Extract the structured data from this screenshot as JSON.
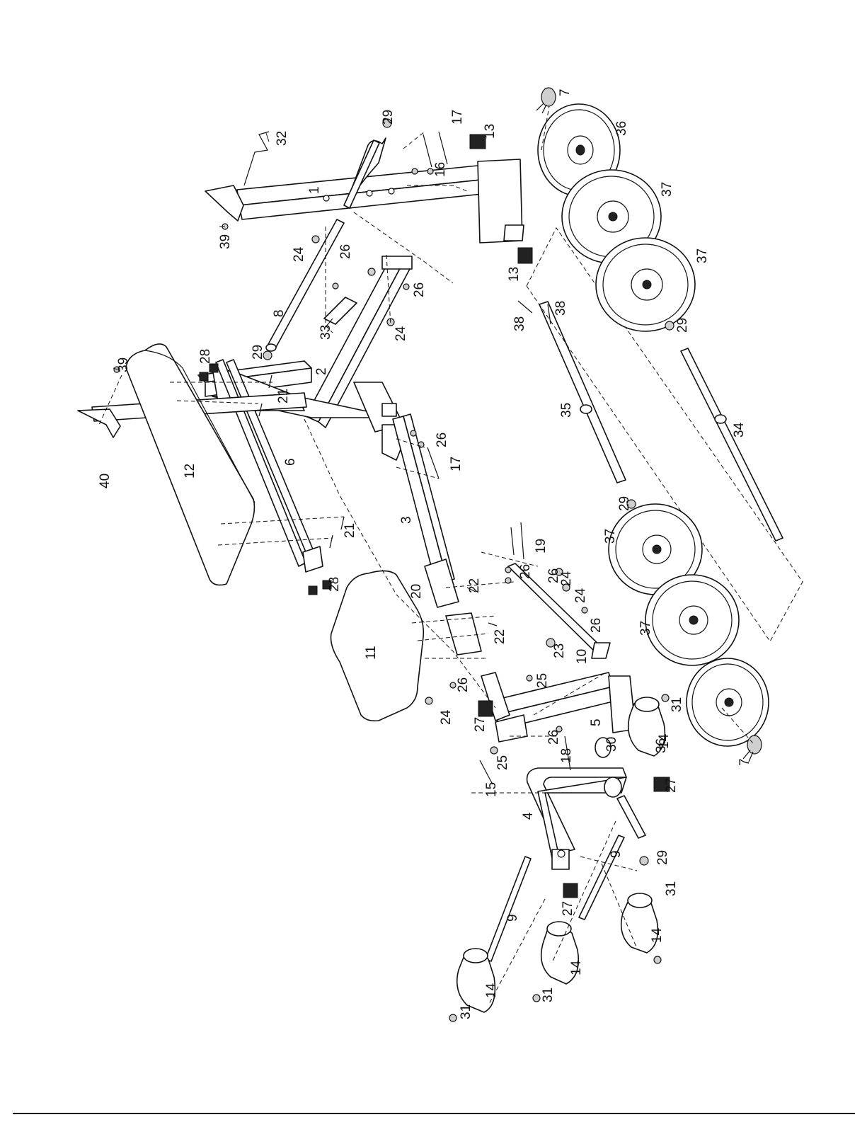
{
  "diagram": {
    "part_numbers": [
      "1",
      "2",
      "3",
      "4",
      "5",
      "6",
      "7",
      "8",
      "9",
      "10",
      "11",
      "12",
      "13",
      "14",
      "15",
      "16",
      "17",
      "18",
      "19",
      "20",
      "21",
      "22",
      "23",
      "24",
      "25",
      "26",
      "27",
      "28",
      "29",
      "30",
      "31",
      "32",
      "33",
      "34",
      "35",
      "36",
      "37",
      "38",
      "39",
      "40"
    ]
  },
  "callouts": [
    {
      "text": "1"
    },
    {
      "text": "2"
    },
    {
      "text": "3"
    },
    {
      "text": "4"
    },
    {
      "text": "5"
    },
    {
      "text": "6"
    },
    {
      "text": "7"
    },
    {
      "text": "7"
    },
    {
      "text": "8"
    },
    {
      "text": "9"
    },
    {
      "text": "9"
    },
    {
      "text": "10"
    },
    {
      "text": "11"
    },
    {
      "text": "12"
    },
    {
      "text": "13"
    },
    {
      "text": "13"
    },
    {
      "text": "14"
    },
    {
      "text": "14"
    },
    {
      "text": "14"
    },
    {
      "text": "14"
    },
    {
      "text": "15"
    },
    {
      "text": "16"
    },
    {
      "text": "17"
    },
    {
      "text": "17"
    },
    {
      "text": "18"
    },
    {
      "text": "19"
    },
    {
      "text": "20"
    },
    {
      "text": "21"
    },
    {
      "text": "21"
    },
    {
      "text": "22"
    },
    {
      "text": "22"
    },
    {
      "text": "23"
    },
    {
      "text": "24"
    },
    {
      "text": "24"
    },
    {
      "text": "24"
    },
    {
      "text": "24"
    },
    {
      "text": "24"
    },
    {
      "text": "25"
    },
    {
      "text": "25"
    },
    {
      "text": "26"
    },
    {
      "text": "26"
    },
    {
      "text": "26"
    },
    {
      "text": "26"
    },
    {
      "text": "26"
    },
    {
      "text": "26"
    },
    {
      "text": "26"
    },
    {
      "text": "26"
    },
    {
      "text": "27"
    },
    {
      "text": "27"
    },
    {
      "text": "27"
    },
    {
      "text": "28"
    },
    {
      "text": "28"
    },
    {
      "text": "29"
    },
    {
      "text": "29"
    },
    {
      "text": "29"
    },
    {
      "text": "29"
    },
    {
      "text": "29"
    },
    {
      "text": "30"
    },
    {
      "text": "31"
    },
    {
      "text": "31"
    },
    {
      "text": "31"
    },
    {
      "text": "31"
    },
    {
      "text": "32"
    },
    {
      "text": "33"
    },
    {
      "text": "34"
    },
    {
      "text": "35"
    },
    {
      "text": "36"
    },
    {
      "text": "36"
    },
    {
      "text": "37"
    },
    {
      "text": "37"
    },
    {
      "text": "37"
    },
    {
      "text": "37"
    },
    {
      "text": "38"
    },
    {
      "text": "38"
    },
    {
      "text": "39"
    },
    {
      "text": "39"
    },
    {
      "text": "40"
    }
  ]
}
